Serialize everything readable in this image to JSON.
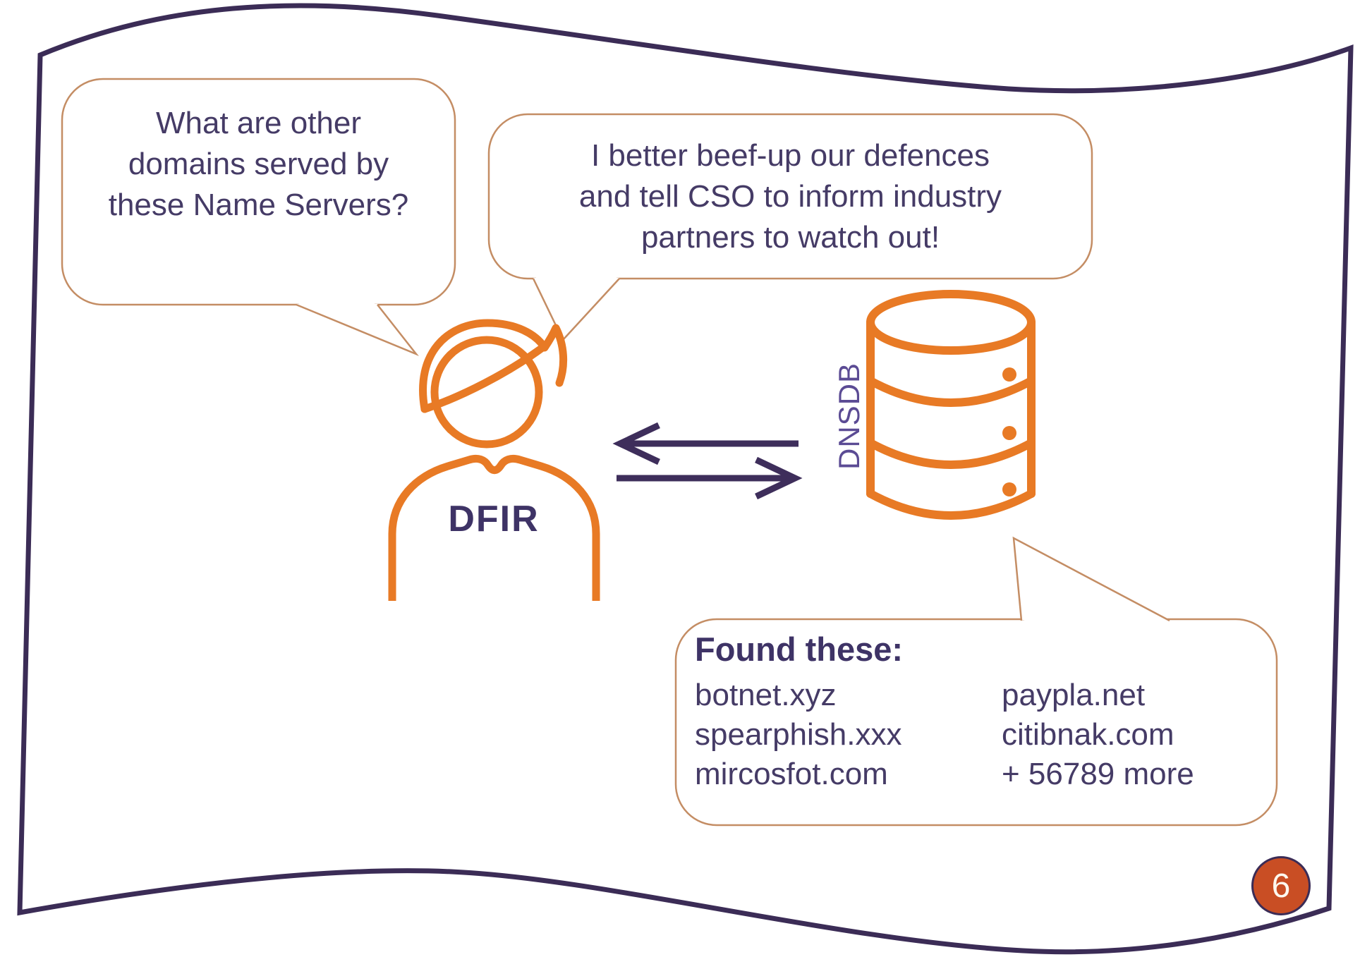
{
  "page": {
    "number": "6",
    "colors": {
      "accent_orange": "#E87A25",
      "border_purple": "#3B2C56",
      "arrow_purple": "#3E2E5B",
      "text_purple": "#453B66",
      "dnsdb_purple": "#5B4B94",
      "bubble_stroke_tan": "#C48D64",
      "badge_fill": "#C94E24"
    }
  },
  "question_bubble": {
    "lines": [
      "What are other",
      "domains served by",
      "these Name Servers?"
    ]
  },
  "response_bubble": {
    "lines": [
      "I better beef-up our defences",
      "and tell CSO to inform industry",
      "partners to watch out!"
    ]
  },
  "actor": {
    "label": "DFIR"
  },
  "database": {
    "label": "DNSDB"
  },
  "found_bubble": {
    "title": "Found these:",
    "left_column": [
      "botnet.xyz",
      "spearphish.xxx",
      "mircosfot.com"
    ],
    "right_column": [
      "paypla.net",
      "citibnak.com",
      "+ 56789 more"
    ]
  }
}
